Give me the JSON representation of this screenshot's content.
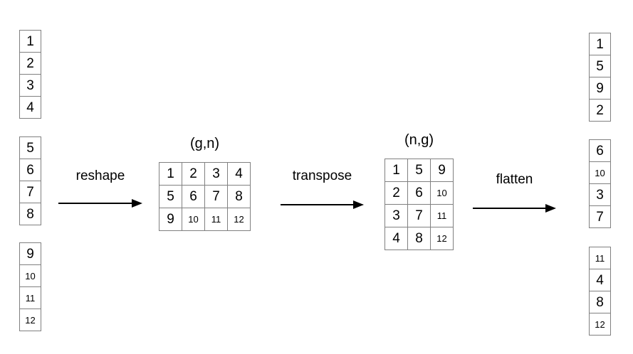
{
  "left_columns": [
    [
      "1",
      "2",
      "3",
      "4"
    ],
    [
      "5",
      "6",
      "7",
      "8"
    ],
    [
      "9",
      "10",
      "11",
      "12"
    ]
  ],
  "right_columns": [
    [
      "1",
      "5",
      "9",
      "2"
    ],
    [
      "6",
      "10",
      "3",
      "7"
    ],
    [
      "11",
      "4",
      "8",
      "12"
    ]
  ],
  "matrix_gn": {
    "label": "(g,n)",
    "rows": [
      [
        "1",
        "2",
        "3",
        "4"
      ],
      [
        "5",
        "6",
        "7",
        "8"
      ],
      [
        "9",
        "10",
        "11",
        "12"
      ]
    ]
  },
  "matrix_ng": {
    "label": "(n,g)",
    "rows": [
      [
        "1",
        "5",
        "9"
      ],
      [
        "2",
        "6",
        "10"
      ],
      [
        "3",
        "7",
        "11"
      ],
      [
        "4",
        "8",
        "12"
      ]
    ]
  },
  "arrows": [
    {
      "label": "reshape"
    },
    {
      "label": "transpose"
    },
    {
      "label": "flatten"
    }
  ],
  "colors": {
    "cell_border": "#808080",
    "text": "#000000",
    "background": "#ffffff",
    "arrow": "#000000"
  }
}
